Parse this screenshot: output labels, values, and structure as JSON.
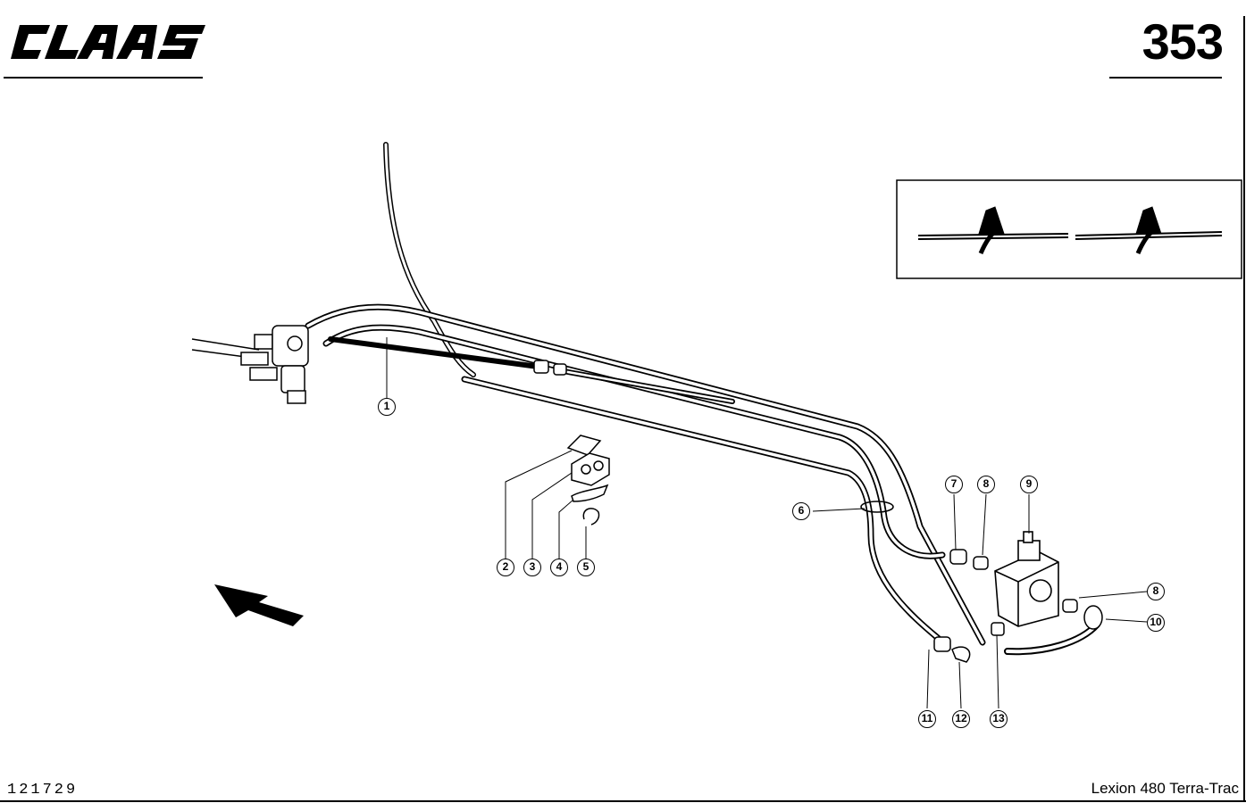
{
  "header": {
    "brand": "CLAAS",
    "page_number": "353"
  },
  "footer": {
    "image_id": "121729",
    "model": "Lexion 480 Terra-Trac"
  },
  "callouts": [
    {
      "label": "1"
    },
    {
      "label": "2"
    },
    {
      "label": "3"
    },
    {
      "label": "4"
    },
    {
      "label": "5"
    },
    {
      "label": "6"
    },
    {
      "label": "7"
    },
    {
      "label": "8"
    },
    {
      "label": "9"
    },
    {
      "label": "8"
    },
    {
      "label": "10"
    },
    {
      "label": "11"
    },
    {
      "label": "12"
    },
    {
      "label": "13"
    }
  ]
}
